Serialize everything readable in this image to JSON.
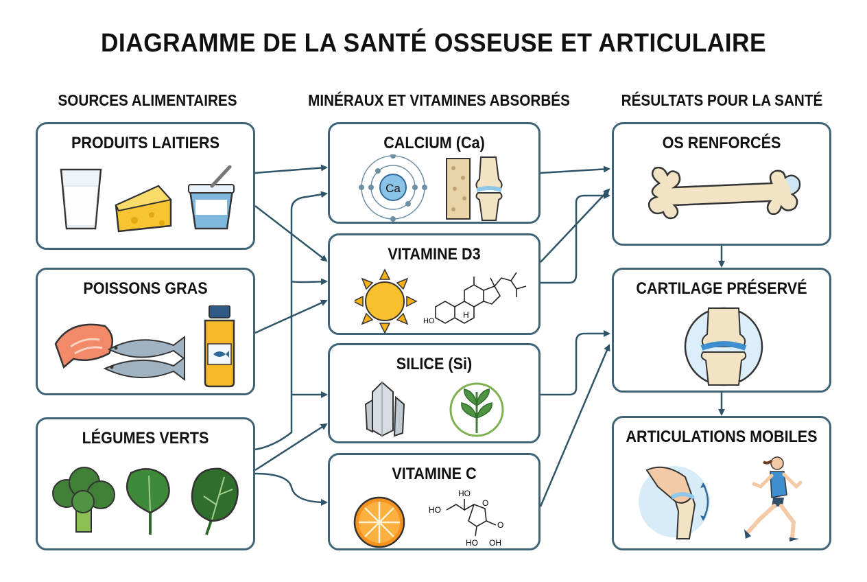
{
  "title": "DIAGRAMME DE LA SANTÉ OSSEUSE ET ARTICULAIRE",
  "columns": {
    "sources": "SOURCES ALIMENTAIRES",
    "nutrients": "MINÉRAUX ET VITAMINES ABSORBÉS",
    "results": "RÉSULTATS POUR LA SANTÉ"
  },
  "sources": [
    {
      "label": "PRODUITS LAITIERS"
    },
    {
      "label": "POISSONS GRAS"
    },
    {
      "label": "LÉGUMES VERTS"
    }
  ],
  "nutrients": [
    {
      "label": "CALCIUM (Ca)",
      "atom_symbol": "Ca"
    },
    {
      "label": "VITAMINE D3",
      "chem_labels": [
        "H",
        "HO"
      ]
    },
    {
      "label": "SILICE (Si)"
    },
    {
      "label": "VITAMINE C",
      "chem_labels": [
        "HO",
        "HO",
        "O",
        "O",
        "HO",
        "OH"
      ]
    }
  ],
  "results": [
    {
      "label": "OS RENFORCÉS"
    },
    {
      "label": "CARTILAGE PRÉSERVÉ"
    },
    {
      "label": "ARTICULATIONS MOBILES"
    }
  ],
  "colors": {
    "border": "#3f6478",
    "arrow": "#2f5468",
    "bone": "#f1e3c3",
    "cartilage": "#8fc7e8",
    "sun": "#f7b21a",
    "orange": "#f7931e",
    "green": "#3f7f36",
    "salmon": "#f28a6a"
  }
}
